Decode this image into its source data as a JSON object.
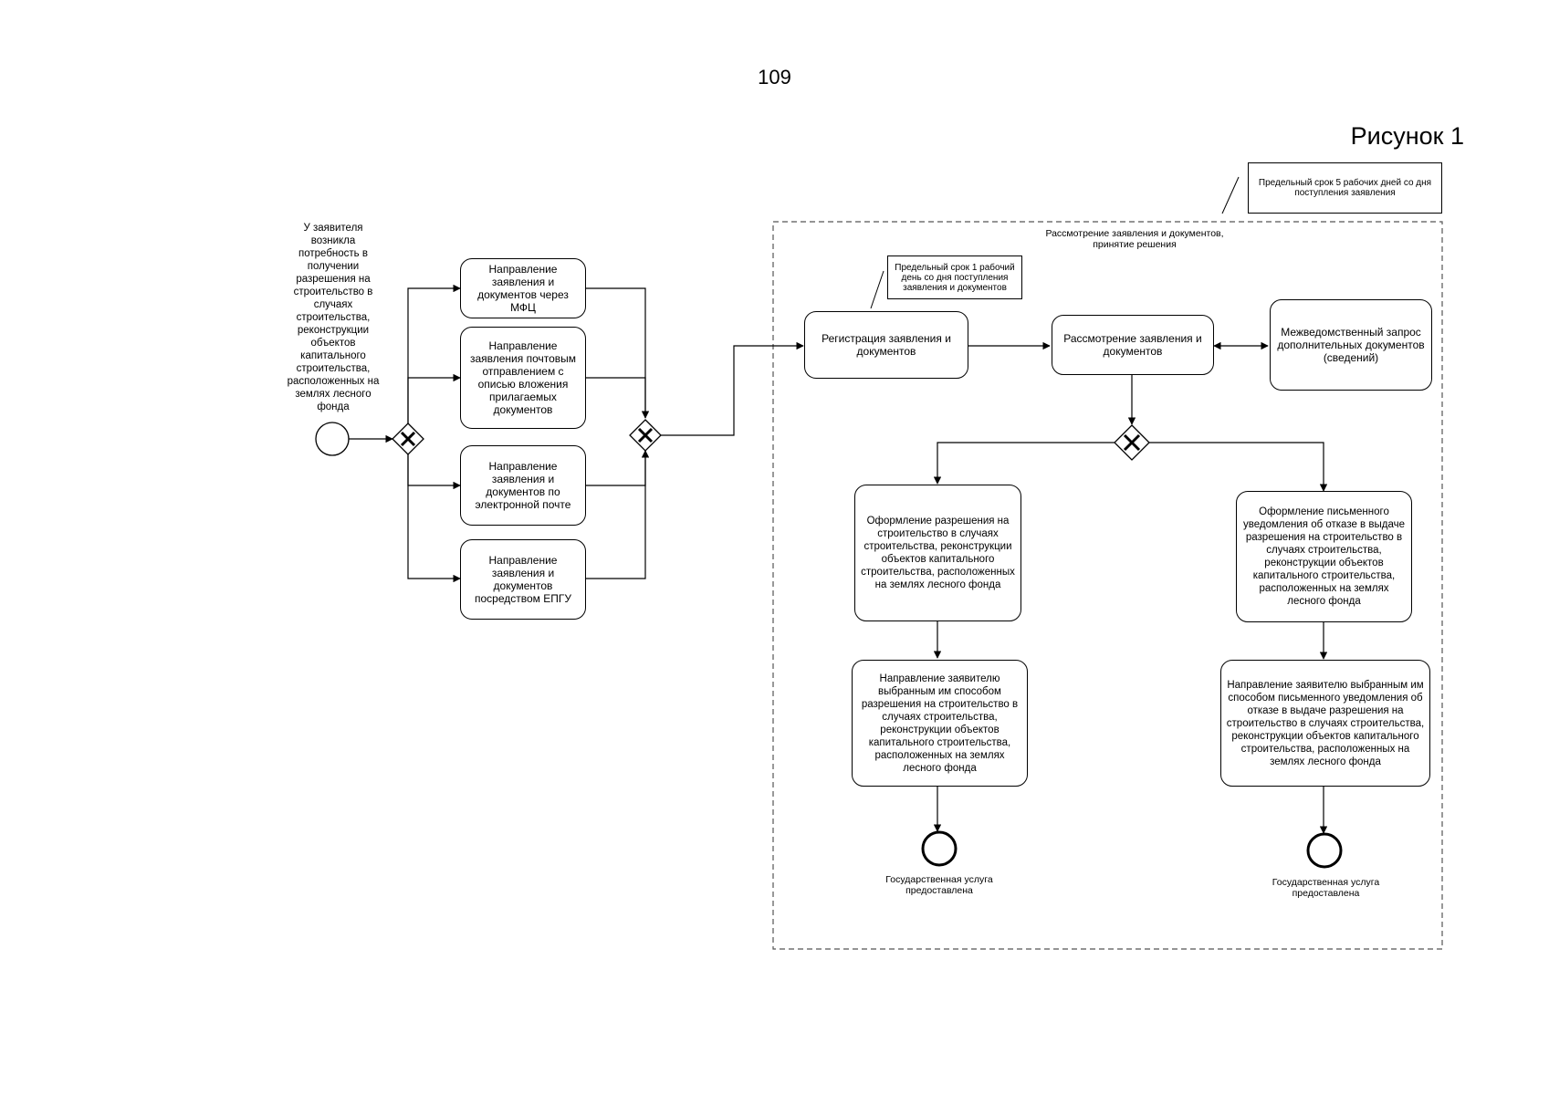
{
  "page_number": "109",
  "figure_label": "Рисунок 1",
  "start_event_label": "У заявителя возникла потребность в получении разрешения на строительство в случаях строительства, реконструкции объектов капитального строительства, расположенных на землях лесного фонда",
  "submission_tasks": [
    "Направление заявления и документов через МФЦ",
    "Направление заявления почтовым отправлением с описью вложения прилагаемых документов",
    "Направление заявления и документов по электронной почте",
    "Направление заявления и документов посредством ЕПГУ"
  ],
  "pool": {
    "title": "Рассмотрение заявления и документов, принятие решения",
    "deadline_note": "Предельный срок 5 рабочих дней со дня поступления заявления"
  },
  "registration": {
    "label": "Регистрация заявления и документов",
    "deadline_note": "Предельный срок 1 рабочий день со дня поступления заявления и документов"
  },
  "review_label": "Рассмотрение заявления и документов",
  "interagency_label": "Межведомственный запрос дополнительных документов (сведений)",
  "permit_branch": {
    "prepare": "Оформление разрешения на строительство в случаях строительства, реконструкции объектов капитального строительства, расположенных на землях лесного фонда",
    "send": "Направление заявителю выбранным им способом разрешения на строительство в случаях строительства, реконструкции объектов капитального строительства, расположенных на землях лесного фонда",
    "end_label": "Государственная услуга предоставлена"
  },
  "refusal_branch": {
    "prepare": "Оформление письменного уведомления об отказе в выдаче разрешения на строительство в случаях строительства, реконструкции объектов капитального строительства, расположенных на землях лесного фонда",
    "send": "Направление заявителю выбранным им способом письменного уведомления об отказе в выдаче разрешения на строительство в случаях строительства, реконструкции объектов капитального строительства, расположенных на землях лесного фонда",
    "end_label": "Государственная услуга предоставлена"
  },
  "gateway_icon": "exclusive-gateway-x-icon",
  "event_icon": "circle-event-icon"
}
